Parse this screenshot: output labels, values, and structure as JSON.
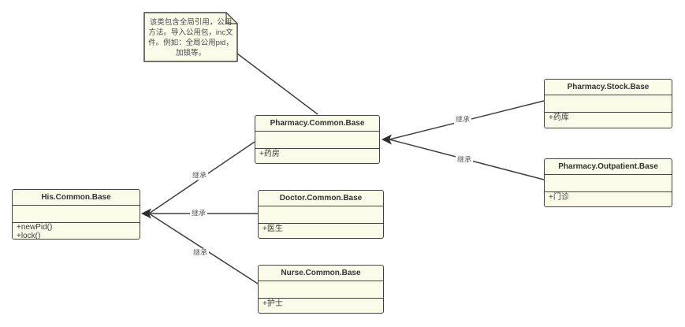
{
  "diagram": {
    "note": {
      "lines": [
        "该类包含全局引用，公用",
        "方法。导入公用包，inc文",
        "件。例如：全局公用pid，",
        "加锁等。"
      ]
    },
    "classes": [
      {
        "title": "His.Common.Base",
        "attrs": [
          "+newPid()",
          "+lock()"
        ]
      },
      {
        "title": "Pharmacy.Common.Base",
        "attrs": [
          "+药房"
        ]
      },
      {
        "title": "Doctor.Common.Base",
        "attrs": [
          "+医生"
        ]
      },
      {
        "title": "Nurse.Common.Base",
        "attrs": [
          "+护士"
        ]
      },
      {
        "title": "Pharmacy.Stock.Base",
        "attrs": [
          "+药库"
        ]
      },
      {
        "title": "Pharmacy.Outpatient.Base",
        "attrs": [
          "+门诊"
        ]
      }
    ],
    "edge_labels": [
      "继承",
      "继承",
      "继承",
      "继承",
      "继承"
    ],
    "colors": {
      "node_fill": "#fbfbea",
      "node_border": "#45453d",
      "edge_line": "#3f3f3f",
      "label_text": "#5f5f5f"
    }
  }
}
